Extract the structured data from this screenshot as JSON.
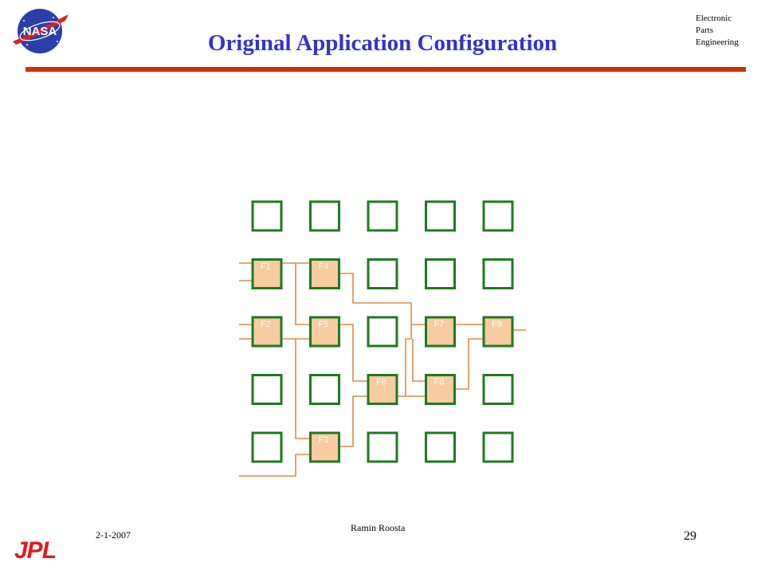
{
  "slide": {
    "title": "Original Application Configuration",
    "org_lines": [
      "Electronic",
      "Parts",
      "Engineering"
    ],
    "date": "2-1-2007",
    "author": "Ramin Roosta",
    "page_number": "29"
  },
  "logos": {
    "nasa": "NASA",
    "jpl": "JPL"
  },
  "diagram": {
    "rows": 5,
    "cols": 5,
    "cells": [
      {
        "row": 0,
        "col": 0,
        "label": ""
      },
      {
        "row": 0,
        "col": 1,
        "label": ""
      },
      {
        "row": 0,
        "col": 2,
        "label": ""
      },
      {
        "row": 0,
        "col": 3,
        "label": ""
      },
      {
        "row": 0,
        "col": 4,
        "label": ""
      },
      {
        "row": 1,
        "col": 0,
        "label": "F1"
      },
      {
        "row": 1,
        "col": 1,
        "label": "F4"
      },
      {
        "row": 1,
        "col": 2,
        "label": ""
      },
      {
        "row": 1,
        "col": 3,
        "label": ""
      },
      {
        "row": 1,
        "col": 4,
        "label": ""
      },
      {
        "row": 2,
        "col": 0,
        "label": "F2"
      },
      {
        "row": 2,
        "col": 1,
        "label": "F5"
      },
      {
        "row": 2,
        "col": 2,
        "label": ""
      },
      {
        "row": 2,
        "col": 3,
        "label": "F7"
      },
      {
        "row": 2,
        "col": 4,
        "label": "F9"
      },
      {
        "row": 3,
        "col": 0,
        "label": ""
      },
      {
        "row": 3,
        "col": 1,
        "label": ""
      },
      {
        "row": 3,
        "col": 2,
        "label": "F6"
      },
      {
        "row": 3,
        "col": 3,
        "label": "F8"
      },
      {
        "row": 3,
        "col": 4,
        "label": ""
      },
      {
        "row": 4,
        "col": 0,
        "label": ""
      },
      {
        "row": 4,
        "col": 1,
        "label": "F3"
      },
      {
        "row": 4,
        "col": 2,
        "label": ""
      },
      {
        "row": 4,
        "col": 3,
        "label": ""
      },
      {
        "row": 4,
        "col": 4,
        "label": ""
      }
    ],
    "colors": {
      "cell_border": "#1f7a1f",
      "used_fill": "#f9cba0",
      "wire": "#e08a45"
    }
  }
}
